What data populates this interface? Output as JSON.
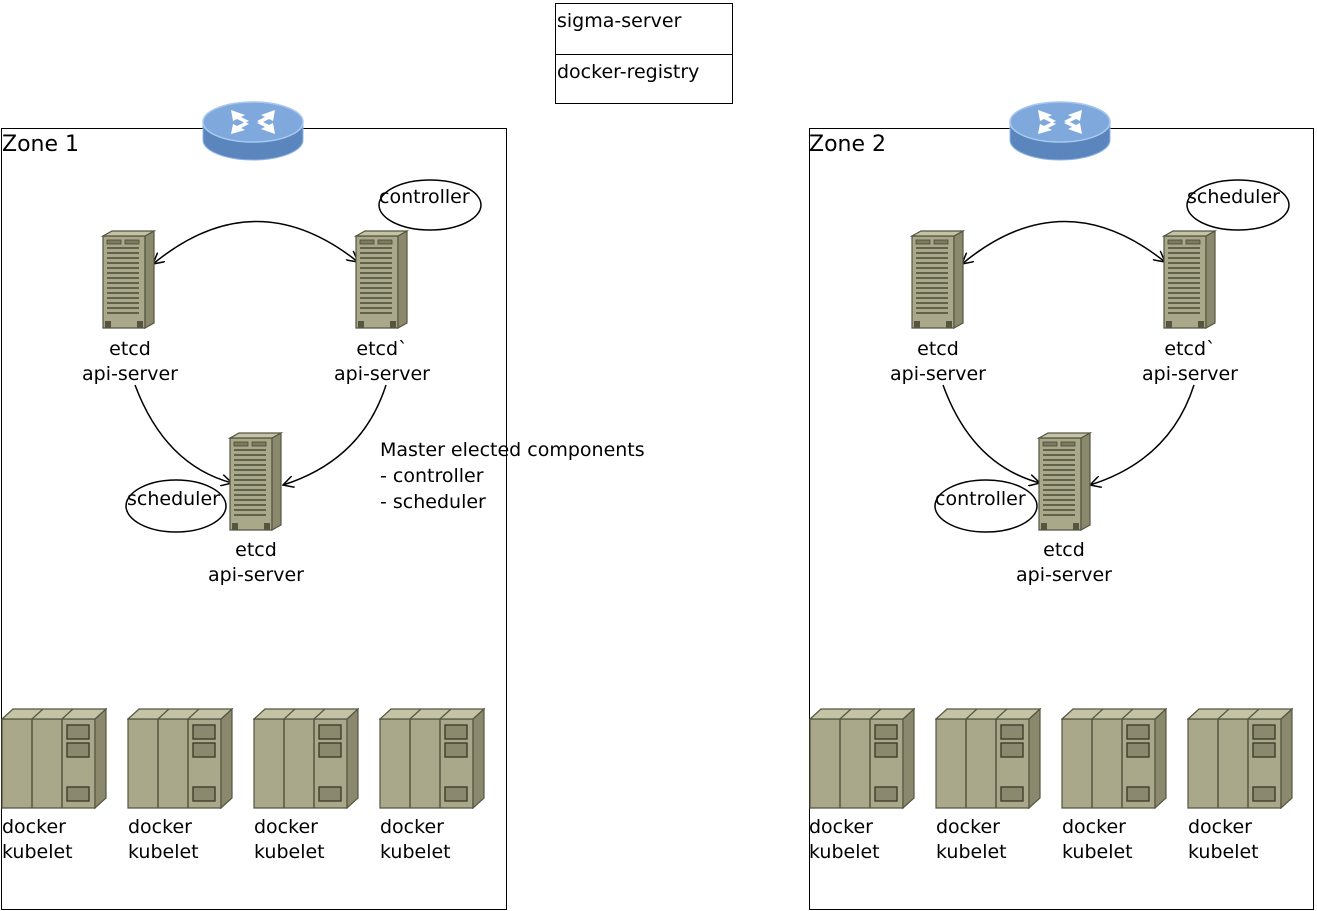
{
  "legend": {
    "row1": "sigma-server",
    "row2": "docker-registry"
  },
  "zones": [
    {
      "title": "Zone 1",
      "masters": [
        {
          "line1": "etcd",
          "line2": "api-server"
        },
        {
          "line1": "etcd`",
          "line2": "api-server"
        },
        {
          "line1": "etcd",
          "line2": "api-server"
        }
      ],
      "roles": {
        "top_right": "controller",
        "bottom": "scheduler"
      },
      "nodes": [
        {
          "line1": "docker",
          "line2": "kubelet"
        },
        {
          "line1": "docker",
          "line2": "kubelet"
        },
        {
          "line1": "docker",
          "line2": "kubelet"
        },
        {
          "line1": "docker",
          "line2": "kubelet"
        }
      ]
    },
    {
      "title": "Zone 2",
      "masters": [
        {
          "line1": "etcd",
          "line2": "api-server"
        },
        {
          "line1": "etcd`",
          "line2": "api-server"
        },
        {
          "line1": "etcd",
          "line2": "api-server"
        }
      ],
      "roles": {
        "top_right": "scheduler",
        "bottom": "controller"
      },
      "nodes": [
        {
          "line1": "docker",
          "line2": "kubelet"
        },
        {
          "line1": "docker",
          "line2": "kubelet"
        },
        {
          "line1": "docker",
          "line2": "kubelet"
        },
        {
          "line1": "docker",
          "line2": "kubelet"
        }
      ]
    }
  ],
  "note": {
    "title": "Master elected components",
    "item1": "- controller",
    "item2": "- scheduler"
  },
  "colors": {
    "server_fill": "#a9a88a",
    "server_dark": "#7c7b5f",
    "router_blue": "#6e9bd0",
    "router_top": "#8db8ea"
  }
}
